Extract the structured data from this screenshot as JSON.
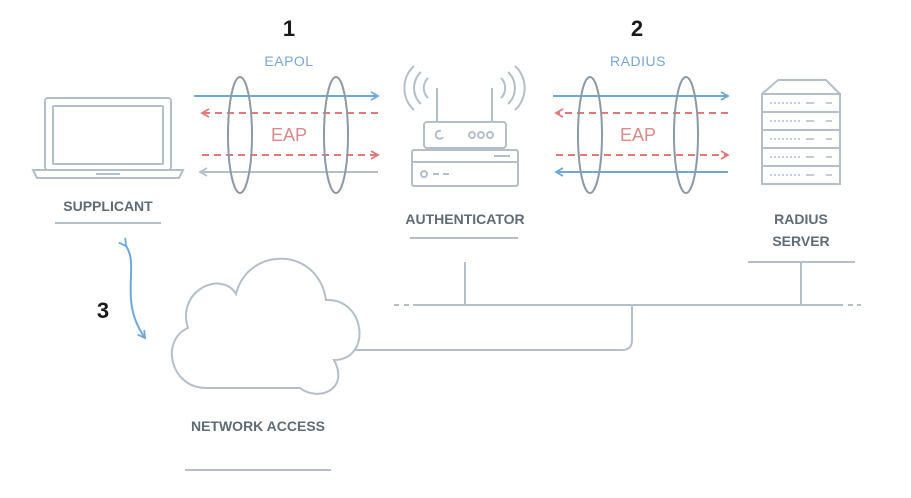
{
  "steps": {
    "step1": "1",
    "step2": "2",
    "step3": "3"
  },
  "protocols": {
    "eapol": "EAPOL",
    "radius": "RADIUS",
    "eap_left": "EAP",
    "eap_right": "EAP"
  },
  "nodes": {
    "supplicant": "SUPPLICANT",
    "authenticator": "AUTHENTICATOR",
    "radius_server_line1": "RADIUS",
    "radius_server_line2": "SERVER",
    "network_access": "NETWORK ACCESS"
  },
  "colors": {
    "device_stroke": "#b4bfc9",
    "blue_arrow": "#6fa8d6",
    "red_arrow": "#e07a7a",
    "ring_stroke": "#8d9aa5",
    "network_line": "#b4bfc9"
  }
}
